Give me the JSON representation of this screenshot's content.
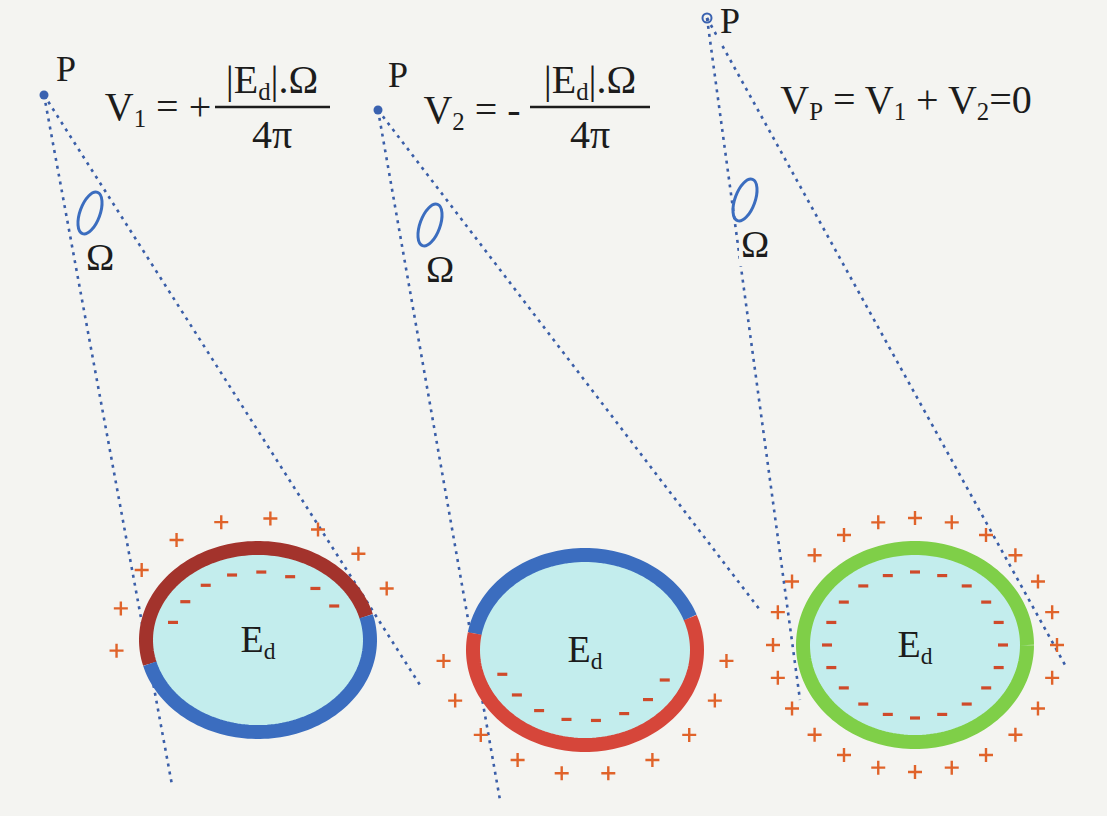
{
  "diagram": {
    "nodes": [
      {
        "text": [
          "Ω"
        ]
      },
      {
        "text": [
          "Ed"
        ]
      },
      {
        "text": [
          "Ω"
        ]
      },
      {
        "text": [
          "Ed"
        ]
      },
      {
        "text": [
          "Ω"
        ]
      },
      {
        "text": [
          "Ed"
        ]
      }
    ],
    "labels": [
      "P",
      "V1 = +",
      "|Ed|.Ω",
      "4π",
      "P",
      "V2 = -",
      "|Ed|.Ω",
      "4π",
      "P",
      "VP = V1 + V2=0"
    ]
  }
}
